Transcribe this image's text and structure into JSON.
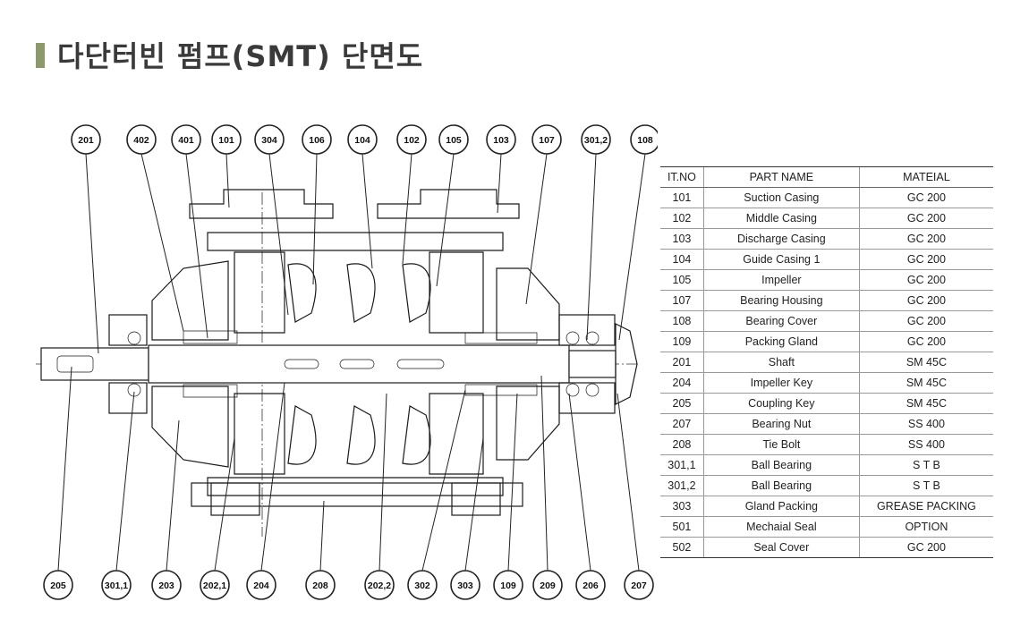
{
  "page": {
    "title": "다단터빈 펌프(SMT) 단면도",
    "accent_color": "#8c9a6b"
  },
  "diagram": {
    "top_callouts": [
      "201",
      "402",
      "401",
      "101",
      "304",
      "106",
      "104",
      "102",
      "105",
      "103",
      "107",
      "301,2",
      "108"
    ],
    "bottom_callouts": [
      "205",
      "301,1",
      "203",
      "202,1",
      "204",
      "208",
      "202,2",
      "302",
      "303",
      "109",
      "209",
      "206",
      "207"
    ]
  },
  "table": {
    "headers": [
      "IT.NO",
      "PART NAME",
      "MATEIAL"
    ],
    "rows": [
      [
        "101",
        "Suction Casing",
        "GC 200"
      ],
      [
        "102",
        "Middle Casing",
        "GC 200"
      ],
      [
        "103",
        "Discharge Casing",
        "GC 200"
      ],
      [
        "104",
        "Guide Casing 1",
        "GC 200"
      ],
      [
        "105",
        "Impeller",
        "GC 200"
      ],
      [
        "107",
        "Bearing Housing",
        "GC 200"
      ],
      [
        "108",
        "Bearing Cover",
        "GC 200"
      ],
      [
        "109",
        "Packing Gland",
        "GC 200"
      ],
      [
        "201",
        "Shaft",
        "SM 45C"
      ],
      [
        "204",
        "Impeller Key",
        "SM 45C"
      ],
      [
        "205",
        "Coupling Key",
        "SM 45C"
      ],
      [
        "207",
        "Bearing Nut",
        "SS 400"
      ],
      [
        "208",
        "Tie Bolt",
        "SS 400"
      ],
      [
        "301,1",
        "Ball Bearing",
        "S T B"
      ],
      [
        "301,2",
        "Ball Bearing",
        "S T B"
      ],
      [
        "303",
        "Gland Packing",
        "GREASE PACKING"
      ],
      [
        "501",
        "Mechaial Seal",
        "OPTION"
      ],
      [
        "502",
        "Seal Cover",
        "GC 200"
      ]
    ]
  }
}
